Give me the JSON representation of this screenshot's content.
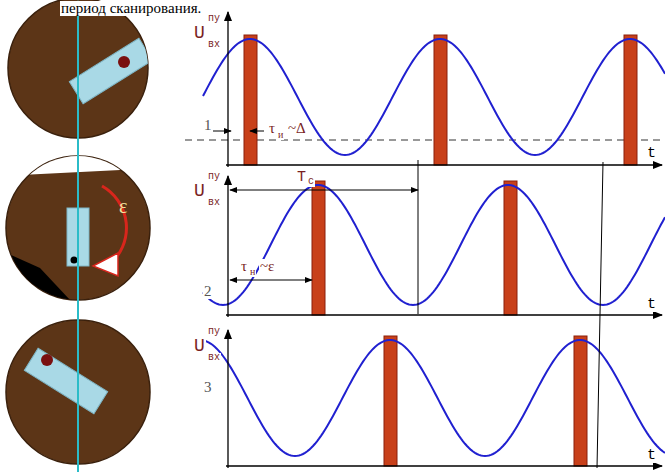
{
  "diagram": {
    "labels": [
      "период сканирования.",
      "U",
      "пу",
      "вх",
      "1",
      "τ",
      "и",
      "~Δ",
      "T",
      "c",
      "t",
      "U",
      "пу",
      "вх",
      "2",
      "τ",
      "н",
      "~ε",
      "t",
      "U",
      "пу",
      "вх",
      "3",
      "t",
      "ε"
    ]
  }
}
